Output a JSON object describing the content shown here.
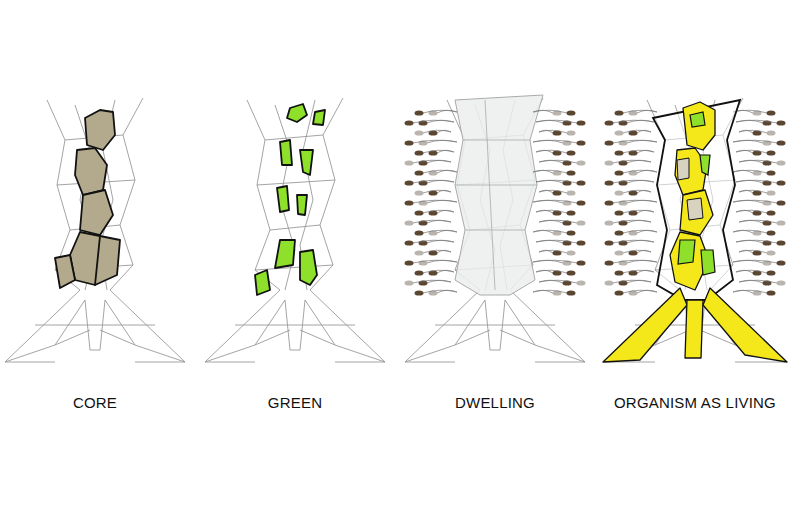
{
  "diagram": {
    "labels": [
      "CORE",
      "GREEN",
      "DWELLING",
      "ORGANISM AS LIVING"
    ]
  }
}
